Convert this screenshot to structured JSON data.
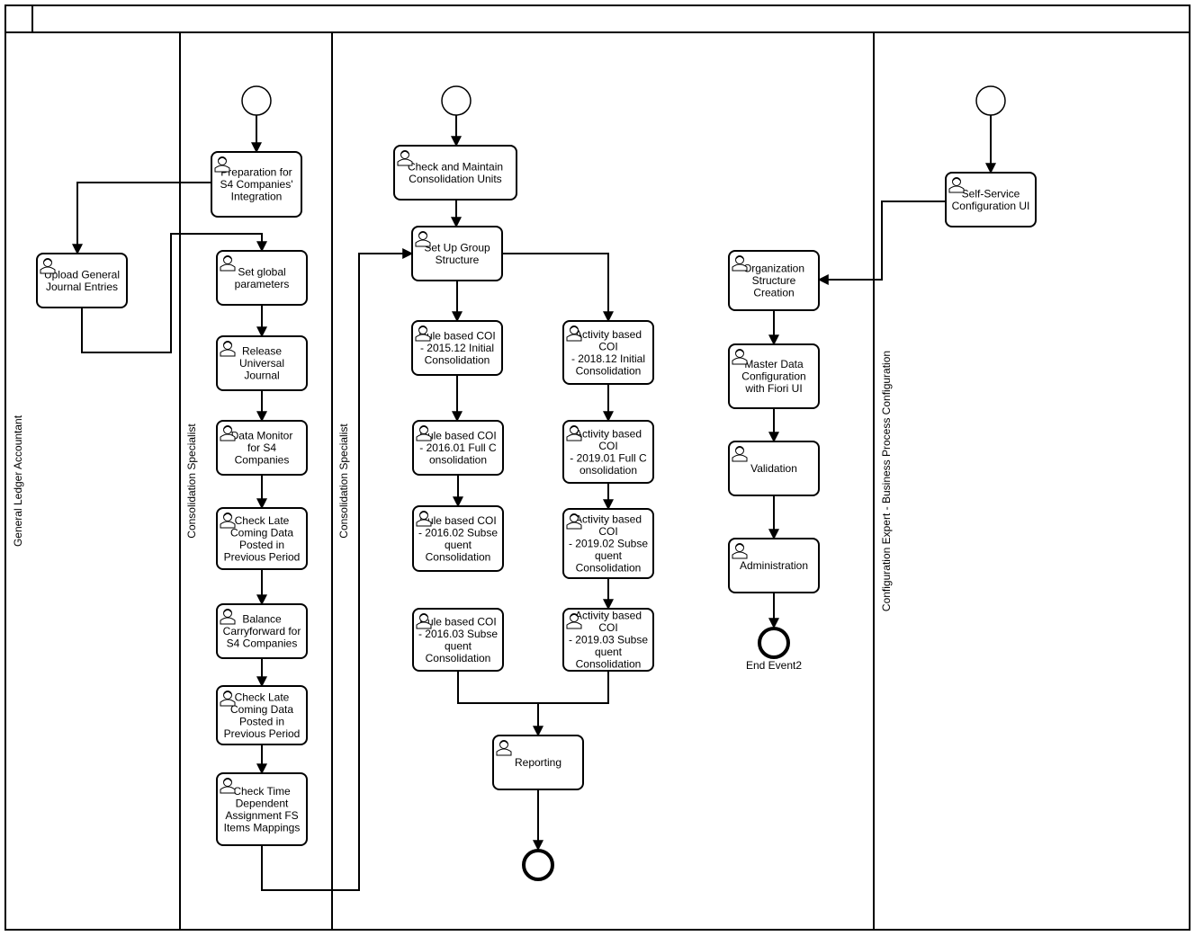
{
  "pool": {
    "title": ""
  },
  "lanes": [
    {
      "id": "lane1",
      "label": "General Ledger Accountant"
    },
    {
      "id": "lane2",
      "label": "Consolidation Specialist"
    },
    {
      "id": "lane3",
      "label": "Consolidation Specialist"
    },
    {
      "id": "lane4",
      "label": "Configuration Expert - Business Process Configuration"
    }
  ],
  "tasks": [
    {
      "id": "t_prep",
      "lines": [
        "Preparation for",
        "S4 Companies'",
        "Integration"
      ]
    },
    {
      "id": "t_upload",
      "lines": [
        "Upload General",
        "Journal Entries"
      ]
    },
    {
      "id": "t_setgp",
      "lines": [
        "Set global",
        "parameters"
      ]
    },
    {
      "id": "t_release",
      "lines": [
        "Release",
        "Universal",
        "Journal"
      ]
    },
    {
      "id": "t_dm",
      "lines": [
        "Data Monitor",
        "for S4",
        "Companies"
      ]
    },
    {
      "id": "t_late1",
      "lines": [
        "Check Late",
        "Coming Data",
        "Posted in",
        "Previous Period"
      ]
    },
    {
      "id": "t_bal",
      "lines": [
        "Balance",
        "Carryforward for",
        "S4 Companies"
      ]
    },
    {
      "id": "t_late2",
      "lines": [
        "Check Late",
        "Coming Data",
        "Posted in",
        "Previous Period"
      ]
    },
    {
      "id": "t_time",
      "lines": [
        "Check Time",
        "Dependent",
        "Assignment FS",
        "Items Mappings"
      ]
    },
    {
      "id": "t_check",
      "lines": [
        "Check and Maintain",
        "Consolidation Units"
      ]
    },
    {
      "id": "t_group",
      "lines": [
        "Set Up Group",
        "Structure"
      ]
    },
    {
      "id": "t_r1",
      "lines": [
        "Rule based COI",
        "- 2015.12 Initial",
        "Consolidation"
      ]
    },
    {
      "id": "t_r2",
      "lines": [
        "Rule based COI",
        "- 2016.01 Full C",
        "onsolidation"
      ]
    },
    {
      "id": "t_r3",
      "lines": [
        "Rule based COI",
        "- 2016.02 Subse",
        "quent",
        "Consolidation"
      ]
    },
    {
      "id": "t_r4",
      "lines": [
        "Rule based COI",
        "- 2016.03 Subse",
        "quent",
        "Consolidation"
      ]
    },
    {
      "id": "t_a1",
      "lines": [
        "Activity based",
        "COI",
        "- 2018.12 Initial",
        "Consolidation"
      ]
    },
    {
      "id": "t_a2",
      "lines": [
        "Activity based",
        "COI",
        "- 2019.01 Full C",
        "onsolidation"
      ]
    },
    {
      "id": "t_a3",
      "lines": [
        "Activity based",
        "COI",
        "- 2019.02 Subse",
        "quent",
        "Consolidation"
      ]
    },
    {
      "id": "t_a4",
      "lines": [
        "Activity based",
        "COI",
        "- 2019.03 Subse",
        "quent",
        "Consolidation"
      ]
    },
    {
      "id": "t_rep",
      "lines": [
        "Reporting"
      ]
    },
    {
      "id": "t_self",
      "lines": [
        "Self-Service",
        "Configuration UI"
      ]
    },
    {
      "id": "t_org",
      "lines": [
        "Organization",
        "Structure",
        "Creation"
      ]
    },
    {
      "id": "t_md",
      "lines": [
        "Master Data",
        "Configuration",
        "with Fiori UI"
      ]
    },
    {
      "id": "t_val",
      "lines": [
        "Validation"
      ]
    },
    {
      "id": "t_adm",
      "lines": [
        "Administration"
      ]
    }
  ],
  "events": [
    {
      "id": "s1",
      "kind": "start",
      "label": ""
    },
    {
      "id": "s2",
      "kind": "start",
      "label": ""
    },
    {
      "id": "s3",
      "kind": "start",
      "label": ""
    },
    {
      "id": "e1",
      "kind": "end",
      "label": ""
    },
    {
      "id": "e2",
      "kind": "end",
      "label": "End Event2"
    }
  ],
  "icon": "user-icon",
  "colors": {
    "stroke": "#000000",
    "fill": "#ffffff"
  }
}
